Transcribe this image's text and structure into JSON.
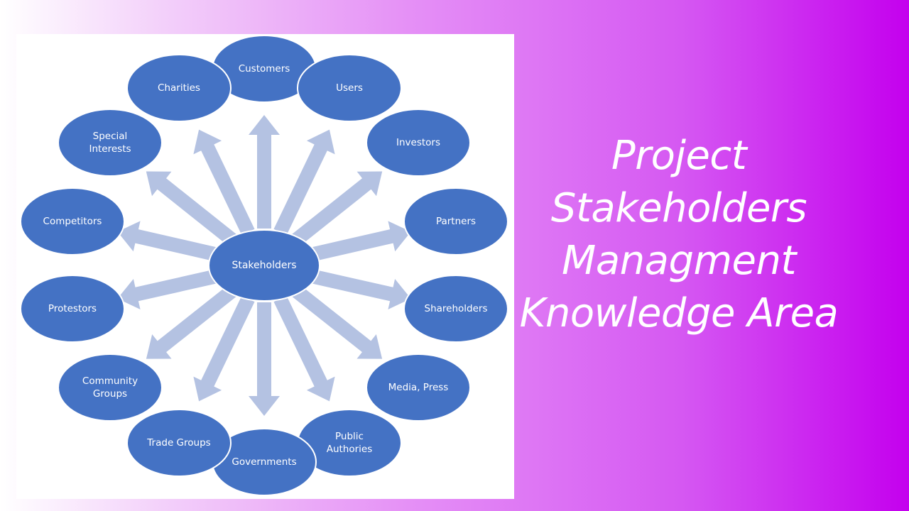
{
  "title": {
    "lines": [
      "Project",
      "Stakeholders",
      "Managment",
      "Knowledge Area"
    ]
  },
  "diagram": {
    "center": "Stakeholders",
    "nodes": [
      {
        "label": [
          "Customers"
        ]
      },
      {
        "label": [
          "Users"
        ]
      },
      {
        "label": [
          "Investors"
        ]
      },
      {
        "label": [
          "Partners"
        ]
      },
      {
        "label": [
          "Shareholders"
        ]
      },
      {
        "label": [
          "Media, Press"
        ]
      },
      {
        "label": [
          "Public",
          "Authories"
        ]
      },
      {
        "label": [
          "Governments"
        ]
      },
      {
        "label": [
          "Trade Groups"
        ]
      },
      {
        "label": [
          "Community",
          "Groups"
        ]
      },
      {
        "label": [
          "Protestors"
        ]
      },
      {
        "label": [
          "Competitors"
        ]
      },
      {
        "label": [
          "Special",
          "Interests"
        ]
      },
      {
        "label": [
          "Charities"
        ]
      }
    ]
  },
  "colors": {
    "node_fill": "#4472c4",
    "node_stroke": "#ffffff",
    "arrow_fill": "#b4c2e2",
    "panel": "#ffffff"
  }
}
